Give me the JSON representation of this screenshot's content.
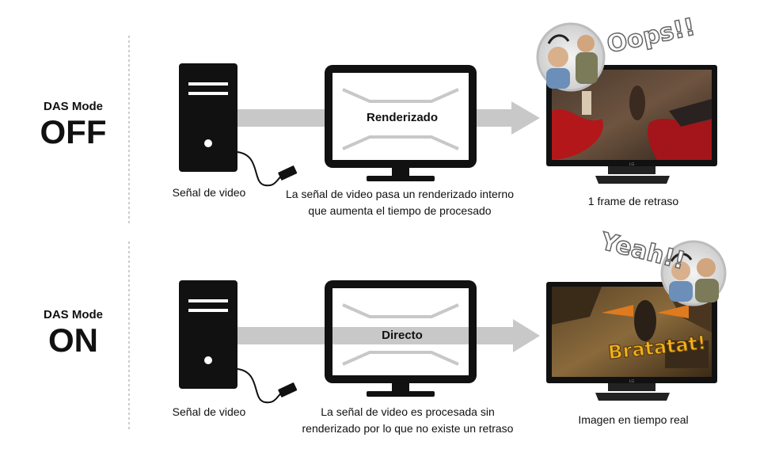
{
  "sections": [
    {
      "mode_prefix": "DAS Mode",
      "mode_state": "OFF",
      "source_caption": "Señal de video",
      "process_label": "Renderizado",
      "process_caption_line1": "La señal de video pasa un renderizado interno",
      "process_caption_line2": "que aumenta el tiempo de procesado",
      "result_caption": "1 frame de retraso",
      "reaction": "Oops!!"
    },
    {
      "mode_prefix": "DAS Mode",
      "mode_state": "ON",
      "source_caption": "Señal de video",
      "process_label": "Directo",
      "process_caption_line1": "La señal de video es procesada sin",
      "process_caption_line2": "renderizado por lo que no existe un retraso",
      "result_caption": "Imagen en tiempo real",
      "reaction": "Yeah!!",
      "screen_text": "Bratatat!"
    }
  ],
  "colors": {
    "arrow": "#c8c8c8",
    "device": "#111111",
    "divider": "#9a9a9a",
    "screen_red": "#b3171a",
    "screen_warm": "#9b6a2a"
  }
}
